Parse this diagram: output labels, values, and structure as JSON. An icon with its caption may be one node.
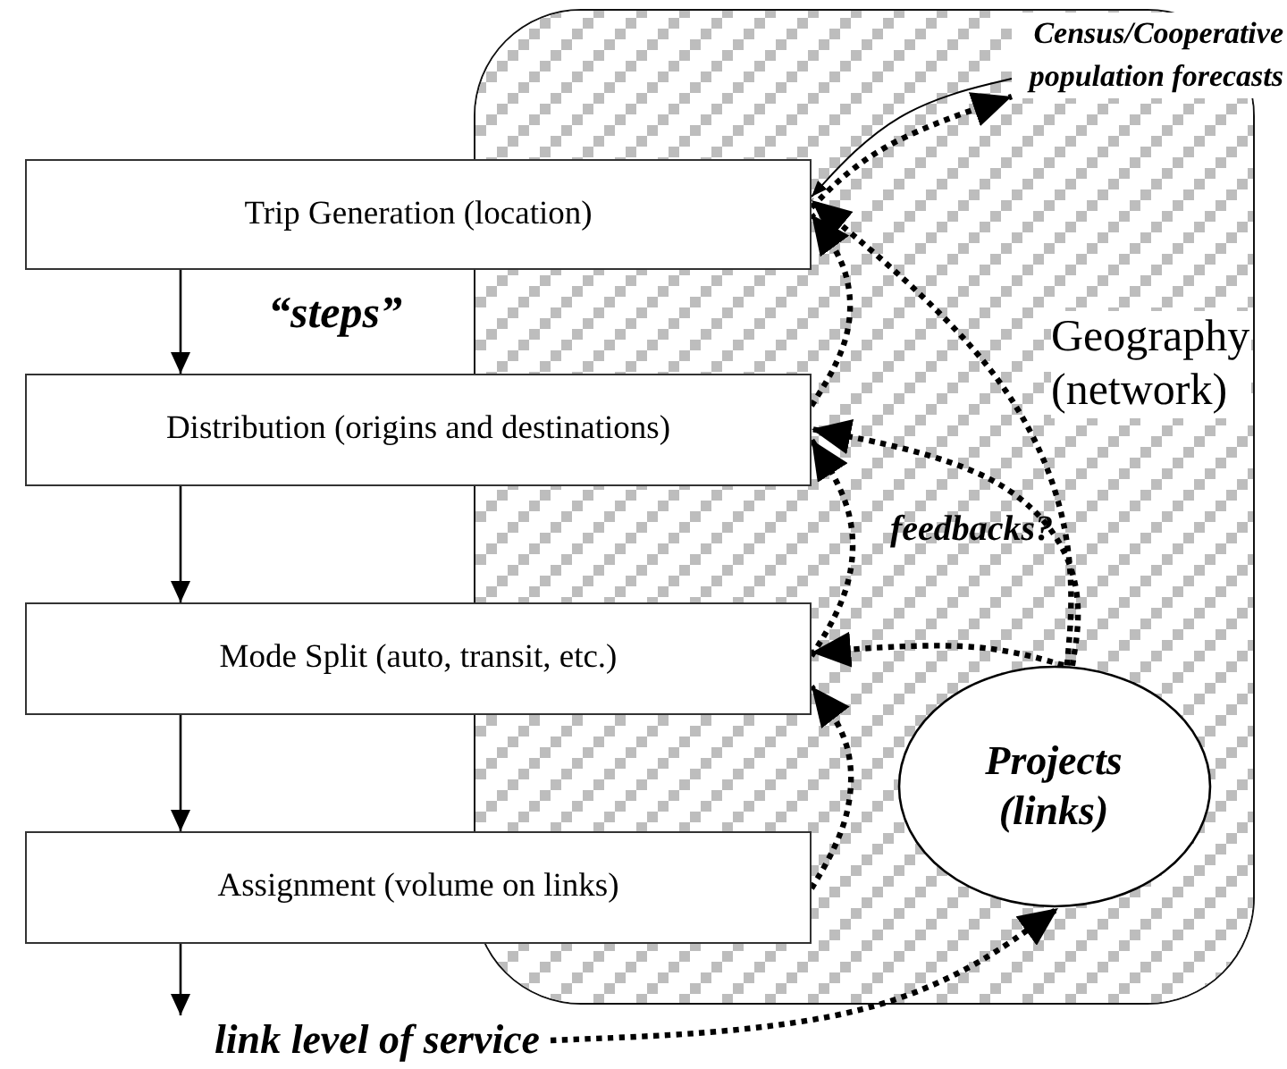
{
  "diagram": {
    "nodes": [
      {
        "text": [
          "Geography (network)"
        ]
      },
      {
        "text": [
          "Trip Generation (location)"
        ]
      },
      {
        "text": [
          "Distribution (origins and destinations)"
        ]
      },
      {
        "text": [
          "Mode Split (auto, transit, etc.)"
        ]
      },
      {
        "text": [
          "Assignment (volume on links)"
        ]
      },
      {
        "text": [
          "Projects (links)"
        ],
        "in": 0
      },
      {
        "text": [
          "Census/Cooperative population forecasts"
        ]
      },
      {
        "text": [
          "link level of service"
        ]
      }
    ],
    "edges": [
      {
        "from": 1,
        "to": 2,
        "arrow": "to"
      },
      {
        "from": 2,
        "to": 3,
        "arrow": "to"
      },
      {
        "from": 3,
        "to": 4,
        "arrow": "to"
      },
      {
        "from": 4,
        "to": 7,
        "arrow": "to"
      },
      {
        "from": 6,
        "to": 1,
        "arrow": "to"
      },
      {
        "from": 1,
        "to": 6,
        "arrow": "to",
        "style": "dashed"
      },
      {
        "from": 4,
        "to": 3,
        "arrow": "to",
        "style": "dashed"
      },
      {
        "from": 3,
        "to": 2,
        "arrow": "to",
        "style": "dashed"
      },
      {
        "from": 2,
        "to": 1,
        "arrow": "to",
        "style": "dashed"
      },
      {
        "from": 5,
        "to": 1,
        "arrow": "to",
        "style": "dashed"
      },
      {
        "from": 5,
        "to": 2,
        "arrow": "to",
        "style": "dashed"
      },
      {
        "from": 5,
        "to": 3,
        "arrow": "to",
        "style": "dashed"
      },
      {
        "from": 7,
        "to": 5,
        "arrow": "to",
        "style": "dashed"
      }
    ],
    "labels": [
      "“steps”",
      "feedbacks?"
    ]
  }
}
